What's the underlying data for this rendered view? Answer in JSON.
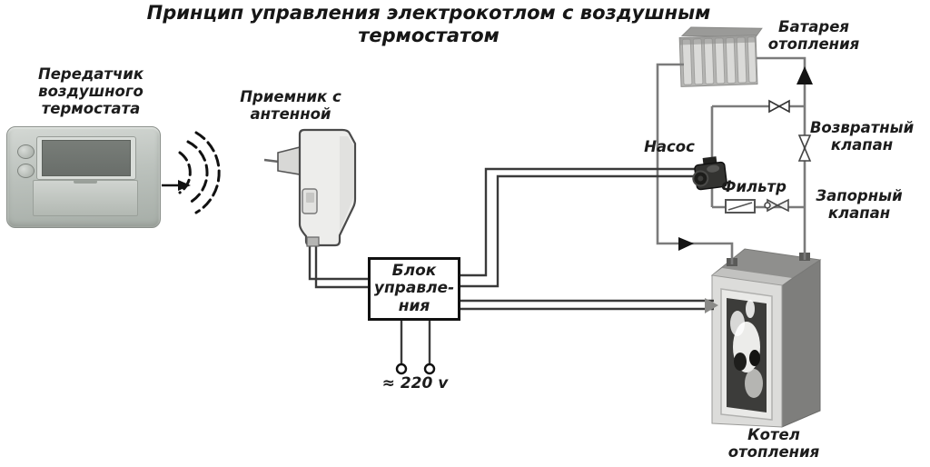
{
  "title": "Принцип управления электрокотлом с воздушным термостатом",
  "labels": {
    "transmitter": "Передатчик воздушного термостата",
    "receiver": "Приемник с антенной",
    "control_unit": "Блок\nуправле-\nния",
    "power": "≈ 220 v",
    "radiator": "Батарея отопления",
    "pump": "Насос",
    "filter": "Фильтр",
    "return_valve": "Возвратный клапан",
    "shutoff_valve": "Запорный клапан",
    "boiler": "Котел отопления"
  },
  "colors": {
    "background": "#ffffff",
    "text": "#1c1c1c",
    "pipe": "#7b7b7b",
    "wire": "#3a3a3a",
    "device_gray": "#c6ccc6"
  }
}
